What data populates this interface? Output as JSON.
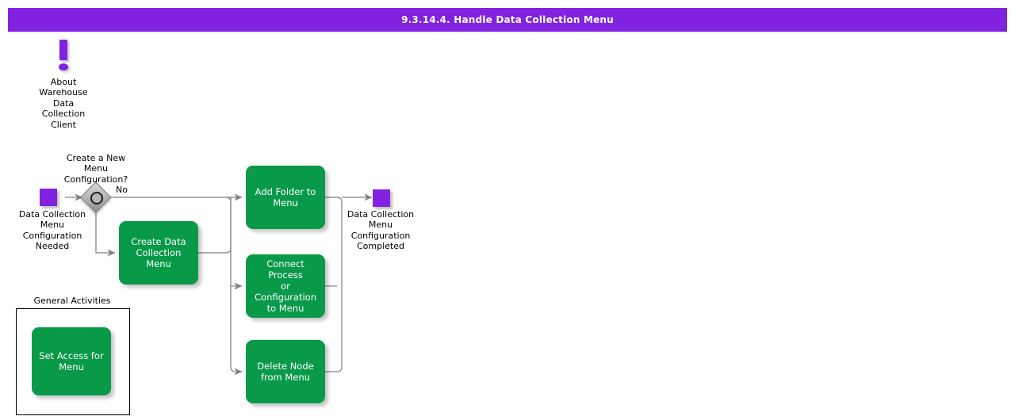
{
  "header": {
    "title": "9.3.14.4. Handle Data Collection Menu",
    "bar_color": "#8122E0",
    "text_color": "#ffffff"
  },
  "theme": {
    "activity_fill": "#089949",
    "activity_text": "#ffffff",
    "marker_fill": "#8122E0",
    "connector_stroke": "#777777",
    "note_icon_color": "#8122E0",
    "group_border": "#000000",
    "canvas_background": "#ffffff"
  },
  "note": {
    "icon": "exclamation-icon",
    "label": "About\nWarehouse\nData\nCollection\nClient",
    "lines": [
      "About",
      "Warehouse",
      "Data",
      "Collection",
      "Client"
    ]
  },
  "start_node": {
    "icon": "start-marker-icon",
    "label": "Data Collection\nMenu\nConfiguration\nNeeded",
    "lines": [
      "Data Collection",
      "Menu",
      "Configuration",
      "Needed"
    ]
  },
  "decision": {
    "icon": "decision-diamond-icon",
    "question": "Create a New\nMenu\nConfiguration?",
    "lines": [
      "Create a New",
      "Menu",
      "Configuration?"
    ],
    "branches": [
      {
        "label": "No",
        "target": "Add Folder to Menu"
      },
      {
        "label": "",
        "target": "Create Data Collection Menu"
      }
    ]
  },
  "end_node": {
    "icon": "end-marker-icon",
    "label": "Data Collection\nMenu\nConfiguration\nCompleted",
    "lines": [
      "Data Collection",
      "Menu",
      "Configuration",
      "Completed"
    ]
  },
  "activities": [
    {
      "id": "create-data-collection-menu",
      "label": "Create Data\nCollection Menu",
      "lines": [
        "Create Data",
        "Collection Menu"
      ]
    },
    {
      "id": "add-folder-to-menu",
      "label": "Add Folder to\nMenu",
      "lines": [
        "Add Folder to",
        "Menu"
      ]
    },
    {
      "id": "connect-process-or-configuration-to-menu",
      "label": "Connect Process\nor Configuration\nto Menu",
      "lines": [
        "Connect Process",
        "or Configuration",
        "to Menu"
      ]
    },
    {
      "id": "delete-node-from-menu",
      "label": "Delete Node\nfrom Menu",
      "lines": [
        "Delete Node",
        "from Menu"
      ]
    }
  ],
  "group": {
    "title": "General Activities",
    "activities": [
      {
        "id": "set-access-for-menu",
        "label": "Set Access for\nMenu",
        "lines": [
          "Set Access for",
          "Menu"
        ]
      }
    ]
  }
}
